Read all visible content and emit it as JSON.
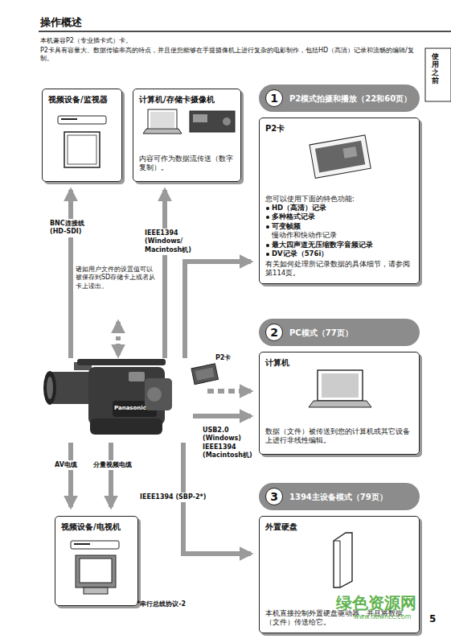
{
  "diagram": {
    "title": "操作概述",
    "nodes": [
      {
        "text": [
          "视频设备/监视器"
        ]
      },
      {
        "text": [
          "计算机/存储卡摄像机",
          "内容可作为数据流传送（数字复制）。"
        ]
      },
      {
        "text": [
          "1",
          "P2模式拍摄和播放（22和60页）"
        ]
      },
      {
        "text": [
          "P2卡",
          "您可以使用下面的特色功能:",
          "HD（高清）记录",
          "多种格式记录",
          "可变帧频",
          "慢动作和快动作记录",
          "最大四声道无压缩数字音频记录",
          "DV记录（576i）",
          "有关如何处理所记录数据的具体细节，请参阅第114页。"
        ]
      },
      {
        "text": [
          "2",
          "PC模式（77页）"
        ]
      },
      {
        "text": [
          "计算机",
          "数据（文件）被传送到您的计算机或其它设备上进行非线性编辑。"
        ]
      },
      {
        "text": [
          "3",
          "1394主设备模式（79页）"
        ]
      },
      {
        "text": [
          "外置硬盘",
          "本机直接控制外置硬盘驱动器，并且将数据（文件）传送给它。"
        ]
      },
      {
        "text": [
          "视频设备/电视机"
        ]
      }
    ],
    "labels": [
      "本机兼容P2（专业插卡式）卡。",
      "P2卡具有容量大、数据传输率高的特点，并且使您能够在手提摄像机上进行复杂的电影制作，包括HD（高清）记录和流畅的编辑/复制。",
      "使用之前",
      "BNC连接线 (HD-SDI)",
      "IEEE1394 (Windows/ Macintosh机)",
      "诸如用户文件的设置值可以被保存到SD存储卡上或者从卡上读出。",
      "P2卡",
      "USB2.0 (Windows) IEEE1394 (Macintosh机)",
      "AV电缆",
      "分量视频电缆",
      "IEEE1394 (SBP-2*)",
      "*串行总线协议-2",
      "Panasonic",
      "5",
      "绿色资源网",
      "www.downcc.com"
    ]
  }
}
